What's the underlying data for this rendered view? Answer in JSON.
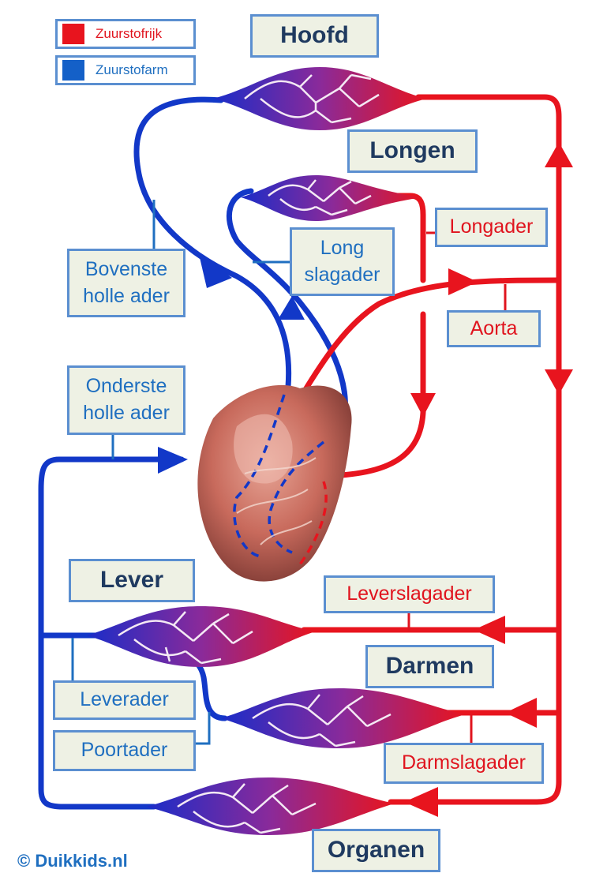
{
  "legend": {
    "oxygen_rich": "Zuurstofrijk",
    "oxygen_poor": "Zuurstofarm"
  },
  "organs": {
    "head": "Hoofd",
    "lungs": "Longen",
    "liver": "Lever",
    "intestines": "Darmen",
    "organs": "Organen"
  },
  "vessels": {
    "superior_vena_cava_line1": "Bovenste",
    "superior_vena_cava_line2": "holle ader",
    "inferior_vena_cava_line1": "Onderste",
    "inferior_vena_cava_line2": "holle ader",
    "pulmonary_artery_line1": "Long",
    "pulmonary_artery_line2": "slagader",
    "pulmonary_vein": "Longader",
    "aorta": "Aorta",
    "hepatic_artery": "Leverslagader",
    "hepatic_vein": "Leverader",
    "portal_vein": "Poortader",
    "intestinal_artery": "Darmslagader"
  },
  "copyright": "© Duikkids.nl",
  "colors": {
    "oxygen_rich": "#e8141e",
    "oxygen_poor": "#1238c8",
    "label_blue": "#1f6fc0",
    "label_red": "#e0141e",
    "box_border": "#5b8fd0",
    "box_fill": "#eef1e4"
  }
}
